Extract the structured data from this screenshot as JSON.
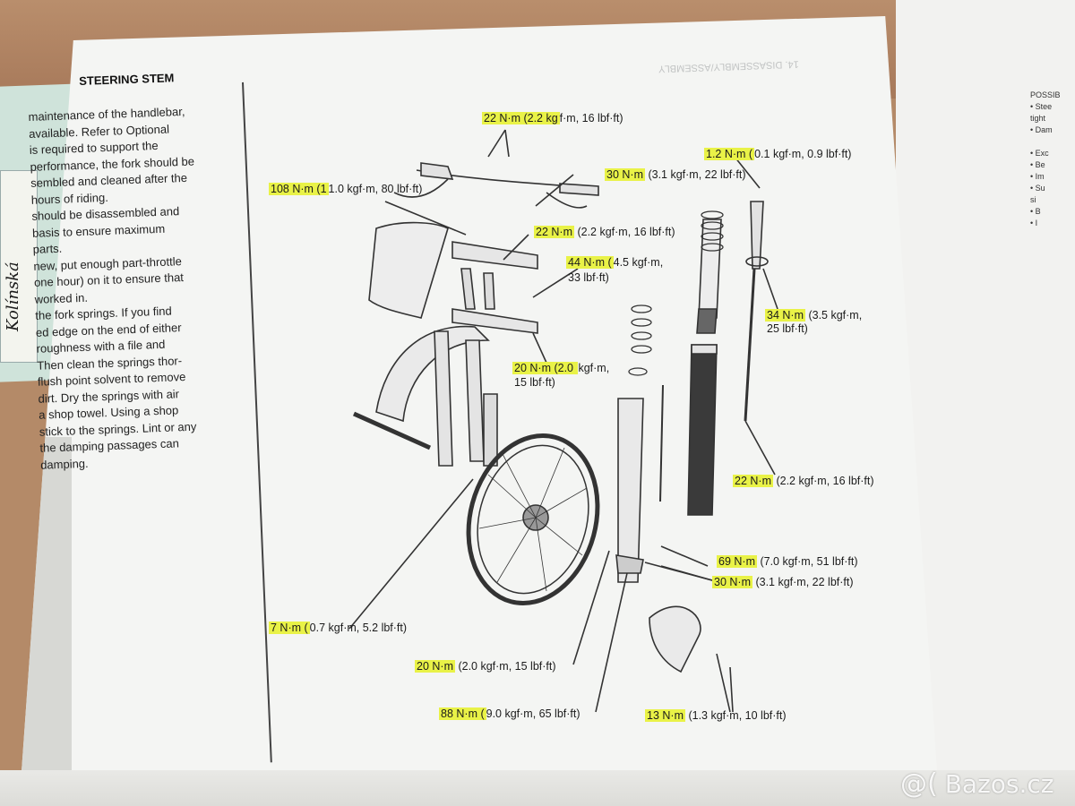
{
  "handwriting": "Kolínská",
  "left_column": {
    "title": "STEERING STEM",
    "lines": [
      "maintenance of the handlebar,",
      "available. Refer to Optional",
      "is required to support the",
      "performance, the fork should be",
      "sembled and cleaned after the",
      "hours of riding.",
      "should be disassembled and",
      "basis to ensure maximum",
      "parts.",
      "new, put enough part-throttle",
      "one hour) on it to ensure that",
      "worked in.",
      "the fork springs. If you find",
      "ed edge on the end of either",
      "roughness with a file and",
      "Then clean the springs thor-",
      "flush point solvent to remove",
      "dirt. Dry the springs with air",
      "a shop towel. Using a shop",
      "stick to the springs. Lint or any",
      "the damping passages can",
      "damping."
    ]
  },
  "header_faded": "14. DISASSEMBLY/ASSEMBLY",
  "torque_labels": [
    {
      "id": "t1",
      "hl": "22 N·m (2.2 kg",
      "rest": "f·m, 16 lbf·ft)"
    },
    {
      "id": "t2",
      "hl": "108 N·m (1",
      "rest": "1.0 kgf·m, 80 lbf·ft)"
    },
    {
      "id": "t3",
      "hl": "1.2 N·m (",
      "rest": "0.1 kgf·m, 0.9 lbf·ft)"
    },
    {
      "id": "t4",
      "hl": "30 N·m",
      "rest": " (3.1 kgf·m, 22 lbf·ft)"
    },
    {
      "id": "t5",
      "hl": "22 N·m",
      "rest": " (2.2 kgf·m, 16 lbf·ft)"
    },
    {
      "id": "t6",
      "hl": "44 N·m (",
      "rest": "4.5 kgf·m,"
    },
    {
      "id": "t6b",
      "hl": "",
      "rest": "33 lbf·ft)"
    },
    {
      "id": "t7",
      "hl": "34 N·m",
      "rest": " (3.5 kgf·m,"
    },
    {
      "id": "t7b",
      "hl": "",
      "rest": "25 lbf·ft)"
    },
    {
      "id": "t8",
      "hl": "20 N·m (2.0 ",
      "rest": "kgf·m,"
    },
    {
      "id": "t8b",
      "hl": "",
      "rest": "15 lbf·ft)"
    },
    {
      "id": "t9",
      "hl": "22 N·m",
      "rest": " (2.2 kgf·m, 16 lbf·ft)"
    },
    {
      "id": "t10",
      "hl": "69 N·m",
      "rest": " (7.0 kgf·m, 51 lbf·ft)"
    },
    {
      "id": "t11",
      "hl": "30 N·m",
      "rest": " (3.1 kgf·m, 22 lbf·ft)"
    },
    {
      "id": "t12",
      "hl": "7 N·m (",
      "rest": "0.7 kgf·m, 5.2 lbf·ft)"
    },
    {
      "id": "t13",
      "hl": "20 N·m",
      "rest": " (2.0 kgf·m, 15 lbf·ft)"
    },
    {
      "id": "t14",
      "hl": "88 N·m (",
      "rest": "9.0 kgf·m, 65 lbf·ft)"
    },
    {
      "id": "t15",
      "hl": "13 N·m",
      "rest": " (1.3 kgf·m, 10 lbf·ft)"
    }
  ],
  "right_page_lines": [
    "POSSIB",
    "• Stee",
    "tight",
    "• Dam",
    "",
    "• Exc",
    "• Be",
    "• Im",
    "• Su",
    "si",
    "• B",
    "• I"
  ],
  "watermark": {
    "icon": "@(",
    "text": "Bazos.cz"
  },
  "colors": {
    "highlight": "#e9f247",
    "page": "#f4f5f3",
    "table": "#b48a68"
  }
}
